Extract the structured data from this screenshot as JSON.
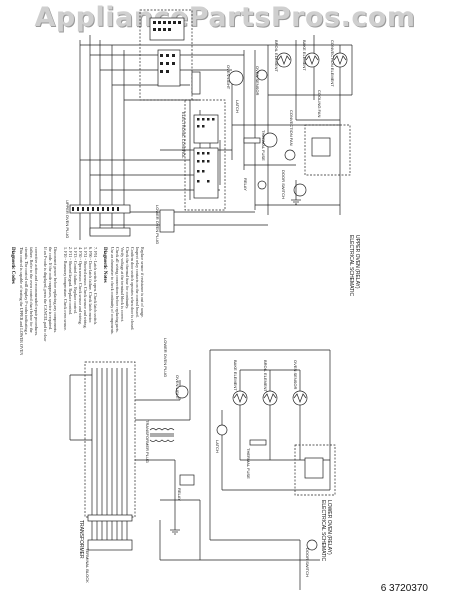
{
  "watermark": "AppliancePartsPros.com",
  "doc_number": "6 3720370",
  "upper": {
    "title_line1": "UPPER OVEN (RELAY)",
    "title_line2": "ELECTRICAL SCHEMATIC",
    "labels": {
      "oven_light": "OVEN LIGHT",
      "broil_element": "BROIL ELEMENT",
      "bake_element": "BAKE ELEMENT",
      "convection_element": "CONVECTION ELEMENT",
      "thermal_fuse": "THERMAL FUSE",
      "door_switch": "DOOR SWITCH",
      "relay": "RELAY",
      "oven_sensor": "OVEN SENSOR",
      "control": "ELECTRONIC CONTROL",
      "latch": "LATCH",
      "fan": "CONVECTION FAN",
      "cooling_fan": "COOLING FAN",
      "upper_oven_plug": "UPPER OVEN PLUG",
      "lower_plug": "LOWER OVEN PLUG"
    }
  },
  "lower": {
    "title_line1": "LOWER OVEN (RELAY)",
    "title_line2": "ELECTRICAL SCHEMATIC",
    "labels": {
      "transformer": "TRANSFORMER",
      "transformer_plug": "TRANSFORMER PLUG",
      "terminal_block": "TERMINAL BLOCK",
      "oven_light": "OVEN LIGHT",
      "bake_element": "BAKE ELEMENT",
      "broil_element": "BROIL ELEMENT",
      "thermal_fuse": "THERMAL FUSE",
      "door_switch": "DOOR SWITCH",
      "relay": "RELAY",
      "oven_sensor": "OVEN SENSOR",
      "lower_plug": "LOWER OVEN PLUG",
      "latch": "LATCH"
    }
  },
  "notes": {
    "heading": "Diagnostic Codes",
    "intro": [
      "This control is capable of testing the UPPER and LOWER OVEN",
      "circuits. The control will display F-codes indicating a",
      "failure. Refer to the oven control chart below for the",
      "corrective action and recommended repair procedures.",
      "",
      "If an F-code is displayed, press the CANCEL pad to clear",
      "the code. If the code reappears, service is required.",
      "Disconnect power before replacing any components."
    ],
    "steps": [
      "1. F10 - Runaway temperature. Check oven sensor.",
      "2. F11 - Shorted keypad. Replace control.",
      "3. F13 - Control failure. Replace control.",
      "4. F30 - Open sensor. Check sensor and wiring.",
      "5. F31 - Shorted sensor. Check sensor and wiring.",
      "6. F90 - Door latch failure. Check latch motor.",
      "7. F91 - Latch switch open. Check latch switch."
    ],
    "heading2": "Diagnostic Notes",
    "bullets": [
      "Use an ohmmeter to check continuity of components.",
      "Check all wiring connections before replacing parts.",
      "Verify voltage at the terminal block is correct.",
      "Check the thermal fuse for continuity.",
      "Confirm door switch operates when door is closed.",
      "Inspect relay contacts on the control board.",
      "Replace sensor if resistance is out of range."
    ]
  }
}
